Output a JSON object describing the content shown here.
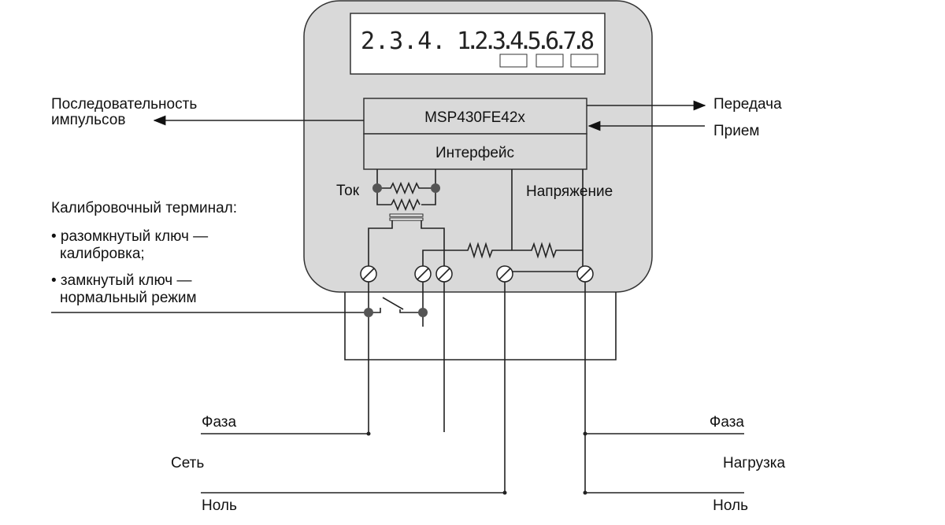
{
  "display": {
    "left": "2.3.4.",
    "right": "1.2.3.4.5.6.7.8"
  },
  "chip": {
    "name": "MSP430FE42x",
    "interface": "Интерфейс"
  },
  "labels": {
    "pulse_line1": "Последовательность",
    "pulse_line2": "импульсов",
    "transmit": "Передача",
    "receive": "Прием",
    "current": "Ток",
    "voltage": "Напряжение",
    "calib_title": "Калибровочный терминал:",
    "open_line1": "• разомкнутый ключ —",
    "open_line2": "калибровка;",
    "closed_line1": "• замкнутый ключ —",
    "closed_line2": "нормальный режим",
    "phase_left": "Фаза",
    "network": "Сеть",
    "neutral_left": "Ноль",
    "phase_right": "Фаза",
    "load": "Нагрузка",
    "neutral_right": "Ноль"
  },
  "colors": {
    "housing": "#d9d9d9",
    "node": "#555555"
  }
}
